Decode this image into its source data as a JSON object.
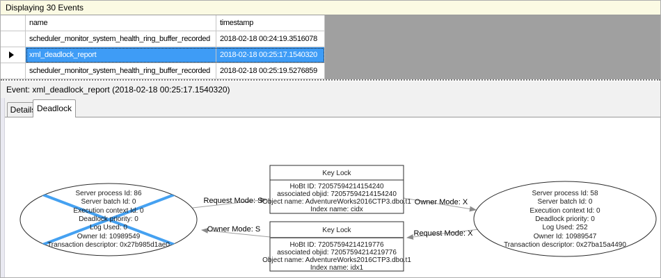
{
  "titlebar": {
    "label": "Displaying 30 Events"
  },
  "grid": {
    "columns": [
      "name",
      "timestamp"
    ],
    "rows": [
      {
        "name": "scheduler_monitor_system_health_ring_buffer_recorded",
        "timestamp": "2018-02-18 00:24:19.3516078"
      },
      {
        "name": "xml_deadlock_report",
        "timestamp": "2018-02-18 00:25:17.1540320"
      },
      {
        "name": "scheduler_monitor_system_health_ring_buffer_recorded",
        "timestamp": "2018-02-18 00:25:19.5276859"
      }
    ],
    "selected_row": 1
  },
  "event_bar": {
    "label": "Event: xml_deadlock_report (2018-02-18 00:25:17.1540320)"
  },
  "tabs": {
    "details": "Details",
    "deadlock": "Deadlock",
    "active": "Deadlock"
  },
  "graph": {
    "process_left": {
      "victim": true,
      "lines": [
        "Server process Id: 86",
        "Server batch Id: 0",
        "Execution context Id: 0",
        "Deadlock priority: 0",
        "Log Used: 0",
        "Owner Id: 10989549",
        "Transaction descriptor: 0x27b985d1ae0"
      ]
    },
    "process_right": {
      "victim": false,
      "lines": [
        "Server process Id: 58",
        "Server batch Id: 0",
        "Execution context Id: 0",
        "Deadlock priority: 0",
        "Log Used: 252",
        "Owner Id: 10989547",
        "Transaction descriptor: 0x27ba15a4490"
      ]
    },
    "resource_top": {
      "title": "Key Lock",
      "lines": [
        "HoBt ID: 72057594214154240",
        "associated objid: 72057594214154240",
        "Object name: AdventureWorks2016CTP3.dbo.t1",
        "Index name: cidx"
      ]
    },
    "resource_bottom": {
      "title": "Key Lock",
      "lines": [
        "HoBt ID: 72057594214219776",
        "associated objid: 72057594214219776",
        "Object name: AdventureWorks2016CTP3.dbo.t1",
        "Index name: idx1"
      ]
    },
    "edges": [
      {
        "label": "Request Mode: S"
      },
      {
        "label": "Owner Mode: S"
      },
      {
        "label": "Owner Mode: X"
      },
      {
        "label": "Request Mode: X"
      }
    ]
  },
  "colors": {
    "selection": "#3E9CF6",
    "victim_cross": "#45A1F1",
    "edge": "#9E9E9E",
    "grid_filler": "#A0A0A0",
    "info_bar": "#FBFAE3"
  }
}
